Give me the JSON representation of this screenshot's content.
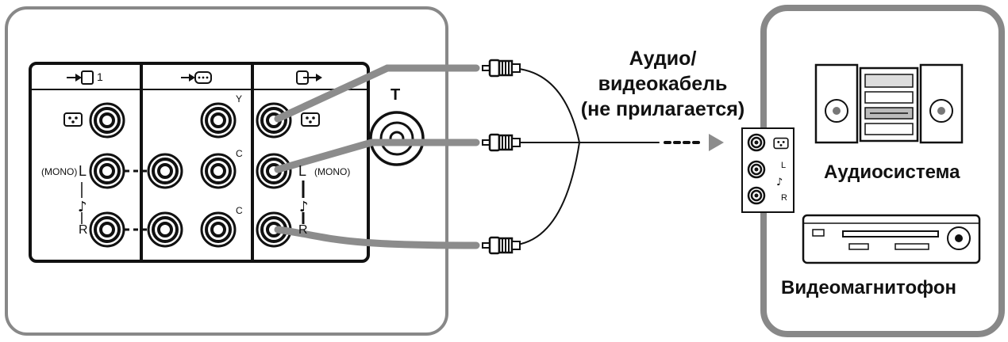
{
  "tv_panel": {
    "in1_label": "1",
    "component_labels": {
      "y": "Y",
      "cb": "C",
      "cr": "C"
    },
    "mono_label_left": "(MONO)",
    "mono_label_right": "(MONO)",
    "audio_l": "L",
    "audio_r": "R",
    "antenna_label": "T",
    "icons": [
      "input-1-icon",
      "component-input-icon",
      "output-icon",
      "video-jack-icon",
      "audio-note-icon",
      "antenna-jack-icon",
      "rca-plug-icon",
      "arrow-right-icon"
    ]
  },
  "cable": {
    "line1": "Аудио/",
    "line2": "видеокабель",
    "line3": "(не прилагается)"
  },
  "external_jacks": {
    "l": "L",
    "r": "R"
  },
  "devices": {
    "audio_system": "Аудиосистема",
    "vcr": "Видеомагнитофон"
  },
  "colors": {
    "line": "#111111",
    "cable_gray": "#8c8c8c",
    "frame_gray": "#888888"
  }
}
